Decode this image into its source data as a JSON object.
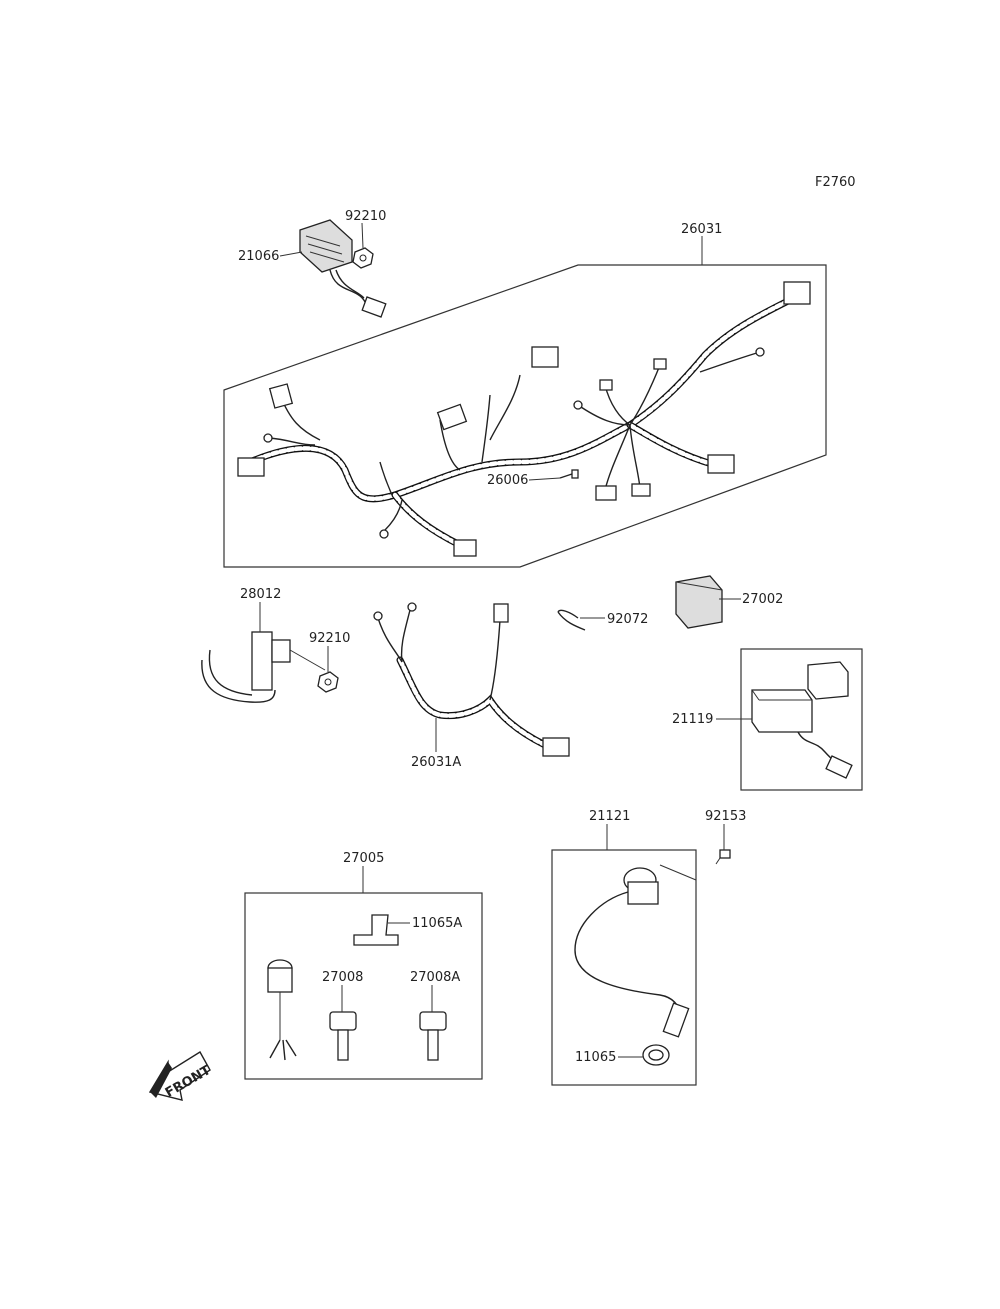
{
  "figure_code": "F2760",
  "front_indicator": "FRONT",
  "part_labels": {
    "p92210_a": "92210",
    "p21066": "21066",
    "p26031": "26031",
    "p26006": "26006",
    "p28012": "28012",
    "p92210_b": "92210",
    "p26031A": "26031A",
    "p92072": "92072",
    "p27002": "27002",
    "p21119": "21119",
    "p21121": "21121",
    "p92153": "92153",
    "p27005": "27005",
    "p11065A": "11065A",
    "p27008": "27008",
    "p27008A": "27008A",
    "p11065": "11065"
  }
}
